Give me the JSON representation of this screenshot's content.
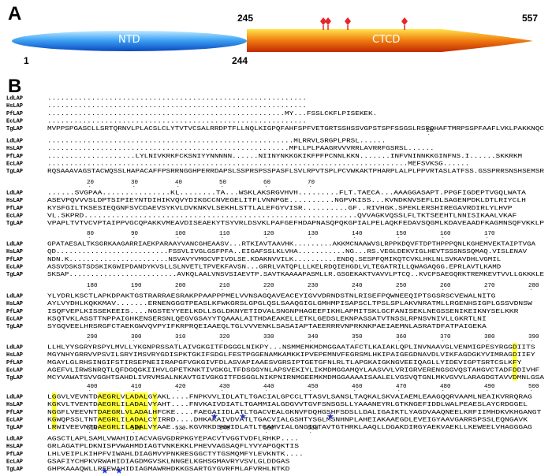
{
  "panel_a": {
    "label": "A",
    "ntd": {
      "label": "NTD",
      "start": "1",
      "end": "244"
    },
    "ctcd": {
      "label": "CTCD",
      "start": "245",
      "end": "557"
    },
    "colors": {
      "ntd_light": "#9fd8ff",
      "ntd_dark": "#0a4fc9",
      "ctcd_light": "#ffd700",
      "ctcd_dark": "#c23000",
      "marker": "#e8252a"
    }
  },
  "panel_b": {
    "label": "B",
    "species": [
      "LdLAP",
      "HsLAP",
      "PfLAP",
      "EcLAP",
      "TgLAP"
    ],
    "colors": {
      "identical_bg": "#e8202a",
      "identical_fg": "#ffffff",
      "similar_bg": "#ffff33",
      "frame": "#3355cc",
      "star": "#2233cc"
    },
    "blocks": [
      {
        "ruler": [],
        "rows": [
          "...........................................................",
          "...........................................................",
          "......................................................MY...FSSLCKFLPISEKEK.",
          "...........................................................",
          "MVPPSPGASCLLSRTQRNVLPLACSLCLYTVTVCSALRRDPTFLLNQLKIGPQFAHFSPFVETGRTSSHSSVGPSTSPFSSGSLRSRQHAFTMRPSSPFAAFLVKLPAKKNQC"
        ]
      },
      {
        "ruler": [
          "10"
        ],
        "rows": [
          "........................................................MLRRVLSRGPLPRSL......",
          ".......................................................MFLLPLPAAGRVVVRRLAVRRFGSRSL......",
          "....................LYLNIVKRKFCKSNIYYNNNNN......NIINYNKKGKIKFPFPCNNLKKN.......INFVNINNKKGINFNS.I......SKKRKM",
          "..................................................................................MEFSVKSG......",
          "RQSAAAVAGSTACWQSSLHAPACAFFPSRRNGGHPERRDAPSLSSPRSPSSPASFLSVLRPVTSPLPCVWKAKTPHARPLALPLPPVRTASLATFSS.GSSPRRSNSHSEMSR"
        ]
      },
      {
        "ruler": [
          "20",
          "30",
          "40",
          "50",
          "60",
          "70"
        ],
        "rows": [
          "......SVGPAA...............KL........TA...WSKLAKSRGVHVH.........FLT.TAECA...AAAGGASAPT.PPGFIGDEPTVGQLWATA",
          "ASEVPQVVVSLDPTSIPIEYNTDIHIKVQVYDIKGCCNVEGELITFLVNNPGE..........NGPVKISS...KVNDKNVSEFLDLSAGENPDKLDTLRIYCLH",
          "KYSFGILTKSESIEQGNFSVCDAEVSYKVLDVKNKVLSEKHLSTTLALEFGYVISR..........GF..RIVHGK.SPEKLERSHIREGAVRDIRLYLHVP",
          "VL.SKPRD............................................................QVVAGKVQSSLFLTKTSEEHTLNNISIKAALVKAF",
          "VPAPLTVTVCVPTAIPPVGCQPAKKVMEAVDISEAEKYTSYVRLDSVKLPAFGEFHDAPNASQPQKGPIALPELAQKFEDAVSQGMLKDAVEAADFKAGMNSQFVKKLP"
        ]
      },
      {
        "ruler": [
          "80",
          "90",
          "100",
          "110",
          "120",
          "130",
          "140",
          "150",
          "160",
          "170"
        ],
        "rows": [
          "GPATAESALTKSGRKAAGARRIAEKPARAAYVANCGHEAASV...RTKIAVTAAVHK.........AKKMCNAAWVSLRPPKDQVFTDPTHPPPQNLKGHEMVEKTAIPTVGA",
          "QD..........................FSSVLIVGLGSFPFA..EIGAFSSLKLVHA...........NG...RS.VEGLDEKVIGLHEVTSSSNSSQMAQ.VISLENAV",
          "NDN.K.......................NSVAVYVMGCVPIVDLSE.KDAKNVVILK..........ENDQ.SESPFQMIKQTCVKLHKLNLSVKAVDHLVGMIL",
          "ASSVDSKSTSDSKIKGWIPDANDYKVSLLSLNVETLTPVEKFAVSN...GRRLVATQPLLLKELRDQIEHGDLVLTEGATRILLQWAGAQGG.EPRLAVTLKAMD",
          "SKSAP.........................AVKQLAALVNSVSIAEVTP.SAVTKAAAAPASMLLR.GSGEKAKTVAVVLPTCQ..KVCPSAEGQRKTREMKEVTVVLLGKKKLE"
        ]
      },
      {
        "ruler": [
          "180",
          "190",
          "200",
          "210",
          "220",
          "230",
          "240",
          "250",
          "260",
          "270",
          "280"
        ],
        "rows": [
          "YLYDRLKSCTLAPKDPAKTGSTRARRAESRAKPPAAPPPMELVVNSAGQAVEACEYIGVVDRNDSTNLRISEFPQWNEEQIPTSGSRSCVEWALNITG",
          "AYLVYDHLKQKKMAV.......ERNENGGGTPEASLKFWKGRSLGPGLQSLSAAQGIGLGMHMPISAPSCLTPSLSPLAKVNRATMLLRGENHSIGPLGSSVDNSW",
          "ISQFVEPLKISSEKEEIS....NGSTEYYEELKDLLSGLDKNYETIDVALSNGNPHAGEEFIKHLAPMITSKLGCFANISEKLNEGSSENIKEIKNYSELKKR",
          "KSQTVKLASSTTNPPAIGHKENSERSNLQEGVGSAYYTQAAALAITHDAEAKELLETKLGEDSLEKNPASSATVTNSSLRPNSVNIVLLGKRTLNI",
          "SYGQVEELHRSRGFCTAEKGWVQVPYIFKRPRQEIAAEQLTGLVVVENKLSASAIAPTAEERRRVNPRKNKPAEIAEMNLASRATDFATPAIGEKA"
        ]
      },
      {
        "ruler": [
          "290",
          "300",
          "310",
          "320",
          "330",
          "340",
          "350",
          "360",
          "370",
          "380",
          "390"
        ],
        "rows": [
          "LLHLYYSGRYRSPYLMVLLYKGNPRSSATLAIVGKGITFDGGGLNIKPY...NSMMEMKMDMGGAATAFCTLKAIAKLQPLINVNAAVGLVENMIGPESYRGGDIITS",
          "MGYNHYGRRVVPSVILSRYIMSVRYGDISPKTGKIFSDGLFESTPGGENAMKAMKKIPVEPEMNVFEGRSMLHKIPAIGEGDNAVDLVIKFAGDGKYVIMRAGDIIEY",
          "MGAYLGLRHSINGIFSTIRSEPNEIIRAPGFVGKGIVFDLASVAPIAAESVGRSIPTGETGFNLRLTLAPGKAIGKNGVEEIQAGLLYIDEVIGPTSRTCSLKFY",
          "AGEFVLIRWSNRQTLQFDGQGKIIHVLGPETKNKTIVGKGLTFDSGGYNLAPSVEKIYLIKMDMGGAMQYLAASVVLVRIGRVERENGSGVQSTAHGVCTADFDDIVHF",
          "MCYVAWATSVVGGHTSAHDLIVRVMSALNKAVTGIVGKGITFDSGGLNIKPNIRNMGEEMKMDMGGAAAAISAALELVGSVQTGNLMKVGVVLARAGDGTAVVDMNLGSA"
        ]
      },
      {
        "ruler": [
          "400",
          "410",
          "420",
          "430",
          "440",
          "450",
          "460",
          "470",
          "480",
          "490",
          "500"
        ],
        "rows": [
          "LGGVLVEVNTDAEGRLVLADALGYAKL....FNPKVVLIDLATLTGACIALGPCCLTTASVLSANSLTAQKALSKVAIAEMLEAAGQQRVAAMLNEAIKVRRQRAG",
          "KGKVLTVENTDAEGRLILADALVYAHT....FNVKAIVDIATLTGAMMIALGDGVVTGVFSNSGSLLYAAANEYRLGTKNGEFIDDLWALPEAESLAYCRDGGEL",
          "NGGFLVEEVNTDAEGRLVLADALHFCKE....FAEGAIIDLATLTGACVEALGKNVFDQHGSHFSDSLLDALIGAIKTLYAGDVAAQNEELKRFIIMHDKVKHGANGT",
          "KGWQPSSLTNTAEGRLILADALCYIRRD....DHKAKAIVDVATLTGACVIALGSHTYSGLMSNHNPLAHEIAKAAEGDLEVEIGYAAVGARRSPSSLEQNGAVK",
          "LRWIVEEVNTDAEGRLILADALVYAAE....KGVRKDSKWIDLATLTGAMVIALGNGIGTAVTGTHRKLAAQLLDGAKDIRGYAEKVAEKLLKEWEELVHAGGGAG"
        ]
      },
      {
        "ruler": [
          "510",
          "520",
          "530",
          "540",
          "550",
          "560"
        ],
        "rows": [
          "AGSCTLAPLSAMLVWAHIDIACVAGVGDRPKGYEPACVTVGGTVDFLRHKP....",
          "GRLAGATPLDKNISPVWAHMDIAGTVNKEKKLPHEVVAGSAQFLYVYAPGQKTIS",
          "LHLVEIPLKIHPFVIWAHLDIAGMVYPNKRESGGCTYTGSMQMFYLEVKNTK....",
          "GSAFIYCHPKVRWAHIDIAGDMGVSKLNNGELKGHSGMAVRYVSVLGLDDGAS",
          "GHPKAAAQWLLRFEWAHIDIAGMAWRHDKKGSARTGYGVRFMLAFVRHLNTKD"
        ]
      }
    ]
  }
}
